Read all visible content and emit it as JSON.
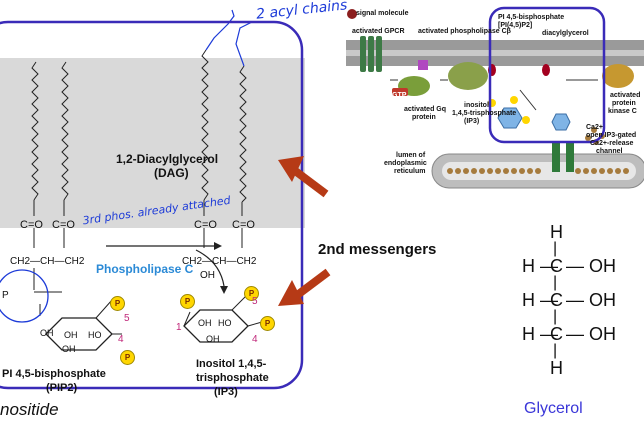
{
  "left_panel": {
    "dag_title": "1,2-Diacylglycerol",
    "dag_abbr": "(DAG)",
    "carbonyl": "C=O",
    "pip2_title": "PI 4,5-bisphosphate",
    "pip2_abbr": "(PIP2)",
    "enzyme": "Phospholipase C",
    "ip3_title": "Inositol 1,4,5-",
    "ip3_title2": "trisphosphate",
    "ip3_abbr": "(IP3)",
    "phosphate_symbol": "P",
    "oh": "OH",
    "ho": "HO",
    "glycerol_backbone": "CH2—CH—CH2",
    "ring_numbers": [
      "5",
      "4",
      "1"
    ]
  },
  "annotations": {
    "acyl_chains": "2 acyl chains",
    "phos_attached": "3rd phos. already attached",
    "inositide": "nositide"
  },
  "center": {
    "second_messengers": "2nd messengers"
  },
  "pathway": {
    "signal_molecule": "signal molecule",
    "activated_gpcr": "activated GPCR",
    "activated_plc": "activated phospholipase Cβ",
    "pi45": "PI 4,5-bisphosphate",
    "pi45_sub": "[PI(4,5)P2]",
    "dag": "diacylglycerol",
    "gtp": "GTP",
    "activated_gq": "activated Gq",
    "protein": "protein",
    "inositol": "inositol",
    "ip3_label": "1,4,5-trisphosphate",
    "ip3_short": "(IP3)",
    "ca": "Ca2+",
    "open_channel": "open IP3-gated",
    "ca_release": "Ca2+-release",
    "channel": "channel",
    "activated": "activated",
    "pkc1": "protein",
    "pkc2": "kinase C",
    "lumen1": "lumen of",
    "lumen2": "endoplasmic",
    "lumen3": "reticulum"
  },
  "glycerol": {
    "name": "Glycerol",
    "h": "H",
    "c": "C",
    "oh_group": "— OH",
    "dash": "—",
    "h_dash": "H —"
  },
  "colors": {
    "box_border": "#3a2bb8",
    "membrane": "#d9d9d9",
    "arrow": "#b63a16",
    "phosphate": "#ffd600",
    "ink": "#1d3bd8",
    "plc_text": "#2b8ad6",
    "glycerol_text": "#3a36d8"
  }
}
